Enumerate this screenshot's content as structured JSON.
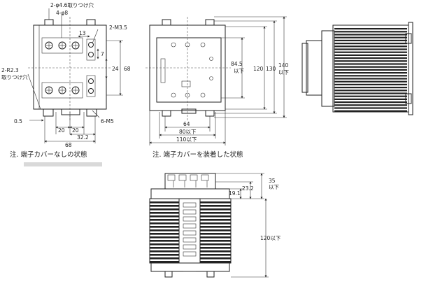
{
  "front_view": {
    "labels": {
      "hole_mount": "2-φ4.6取りつけ穴",
      "hole_dia": "4-φ8",
      "terminal_m35": "2-M3.5",
      "r23": "2-R2.3",
      "r23_sub": "取りつけ穴",
      "d13": "13",
      "d7": "7",
      "d24": "24",
      "d68v": "68",
      "d05": "0.5",
      "d20a": "20",
      "d20b": "20",
      "d322": "32.2",
      "m5": "6-M5",
      "d68h": "68"
    },
    "caption": "注. 端子カバーなしの状態"
  },
  "cover_view": {
    "labels": {
      "d845": "84.5",
      "d845_sub": "以下",
      "d120": "120",
      "d130": "130",
      "d140": "140",
      "d140_sub": "以下",
      "d64": "64",
      "d80": "80以下",
      "d110": "110以下"
    },
    "caption": "注. 端子カバーを装着した状態"
  },
  "bottom_view": {
    "labels": {
      "d35": "35",
      "d35_sub": "以下",
      "d232": "23.2",
      "d191": "19.1",
      "d120": "120以下"
    }
  }
}
